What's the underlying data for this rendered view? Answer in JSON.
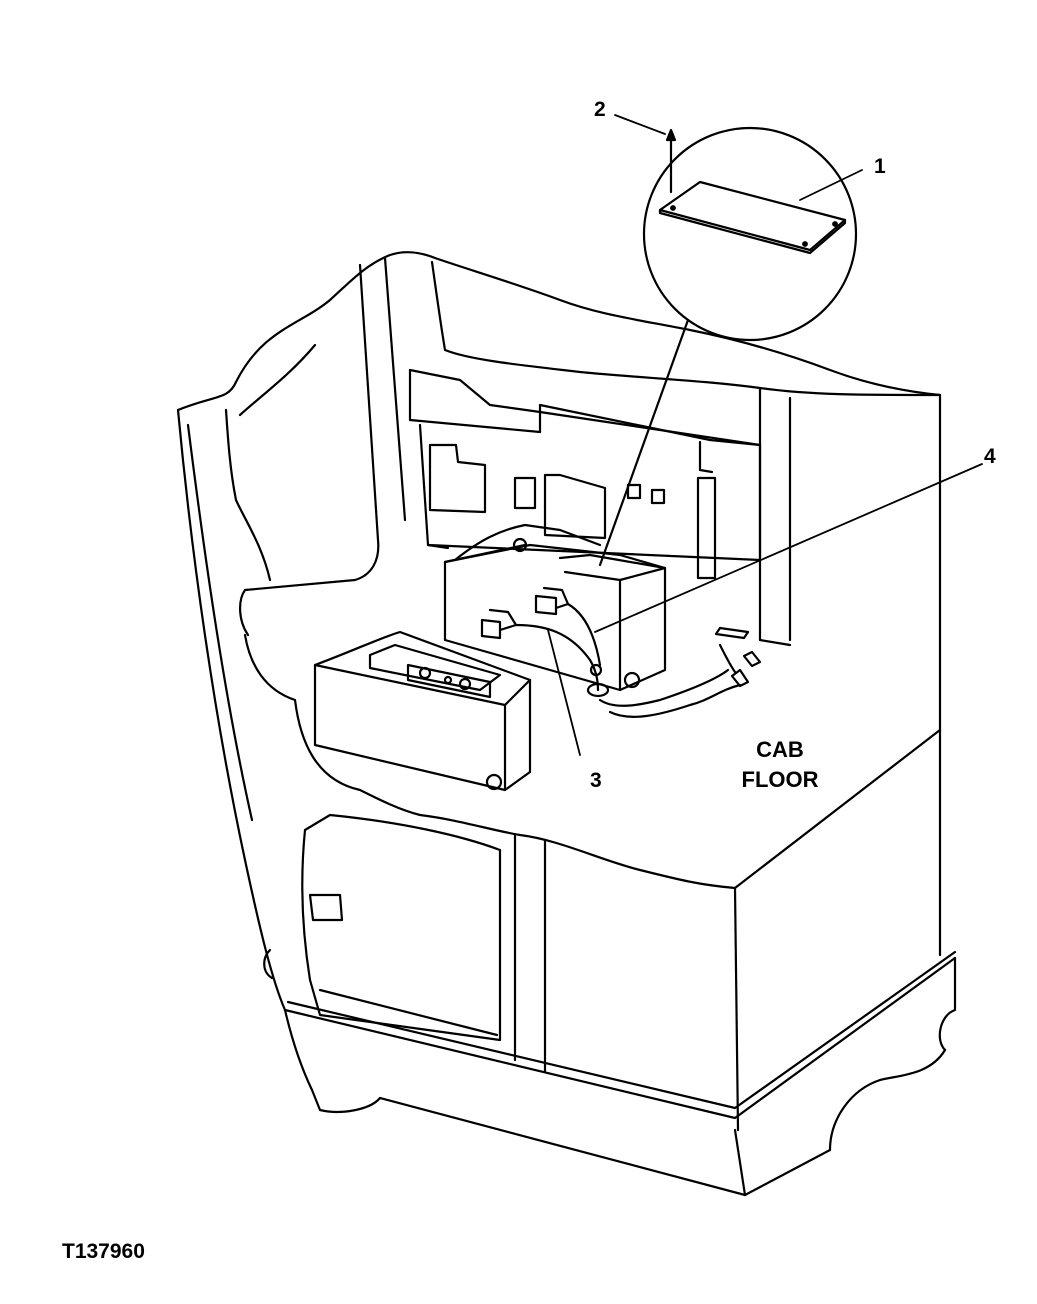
{
  "callouts": {
    "c1": "1",
    "c2": "2",
    "c3": "3",
    "c4": "4"
  },
  "area_label": {
    "line1": "CAB",
    "line2": "FLOOR"
  },
  "figure_id": "T137960",
  "colors": {
    "line": "#000000",
    "background": "#ffffff"
  }
}
